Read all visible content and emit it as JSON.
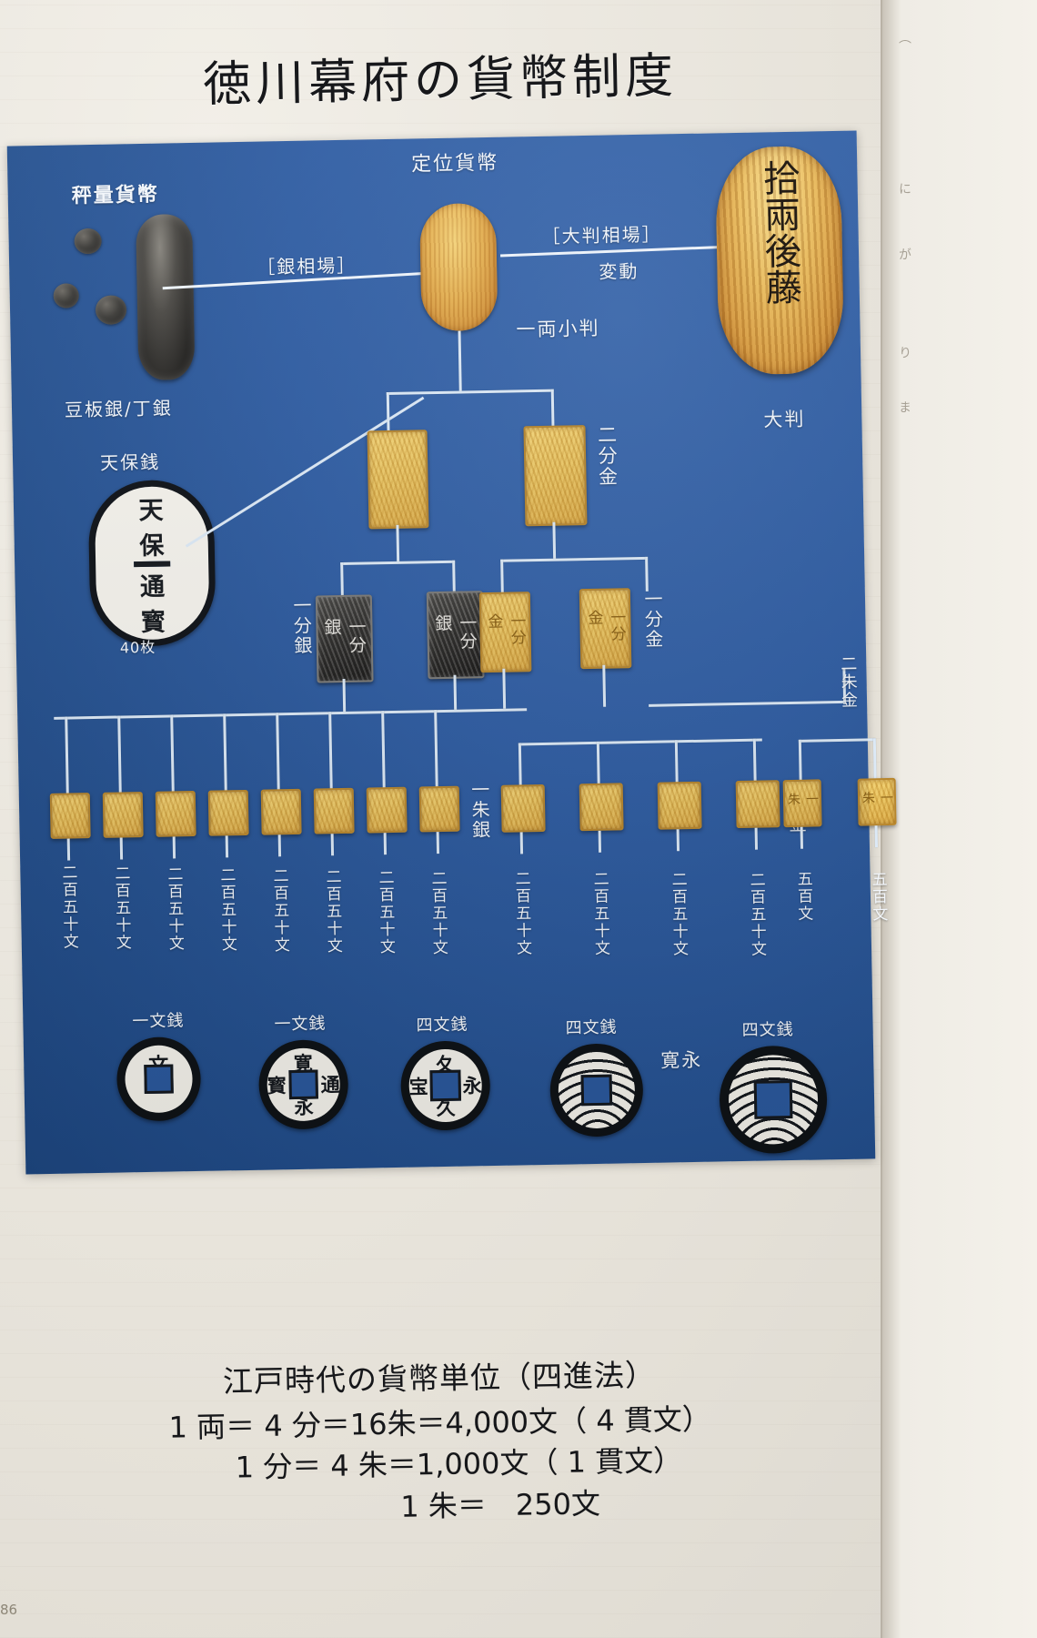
{
  "page": {
    "title": "徳川幕府の貨幣制度",
    "page_number": "86"
  },
  "gutter": {
    "ghost_lines": [
      "（",
      "に",
      "が",
      "り",
      "ま"
    ]
  },
  "diagram": {
    "headers": {
      "weighed_currency": "秤量貨幣",
      "fixed_value_currency": "定位貨幣",
      "silver_rate": "［銀相場］",
      "oban_rate": "［大判相場］",
      "oban_rate_sub": "変動"
    },
    "labels": {
      "mameitagin_chogin": "豆板銀/丁銀",
      "tenposen": "天保銭",
      "tenposen_count": "40枚",
      "oban": "大判",
      "ichiryo_koban": "一両小判",
      "nibukin": "二分金",
      "ichibugin": "一分銀",
      "ichibukin": "一分金",
      "nishukin": "二朱金",
      "ichishugin": "一朱銀",
      "ichishukin": "一朱金",
      "kanei": "寛永"
    },
    "coin_inscriptions": {
      "tenpo": [
        "天",
        "保",
        "通",
        "寳"
      ],
      "ichibugin": "一分銀",
      "ichibukin": "一分金",
      "ichishukin": "一朱",
      "oban_ink": "拾兩後藤",
      "kanei_tsuho": [
        "寛",
        "寳",
        "通",
        "永"
      ],
      "bunsen": "文",
      "kanei_bun": [
        "夂",
        "宝",
        "永",
        "久"
      ]
    },
    "mon_values": {
      "nihyaku_gojumon": "二百五十文",
      "gohyakumon": "五百文"
    },
    "mon_values_row": [
      "二百五十文",
      "二百五十文",
      "二百五十文",
      "二百五十文",
      "二百五十文",
      "二百五十文",
      "二百五十文",
      "二百五十文",
      "二百五十文",
      "二百五十文",
      "二百五十文",
      "二百五十文",
      "五百文",
      "五百文"
    ],
    "copper_coin_captions": [
      "一文銭",
      "一文銭",
      "四文銭",
      "四文銭",
      "四文銭"
    ]
  },
  "formula": {
    "heading": "江戸時代の貨幣単位（四進法）",
    "line1": "1 両＝ 4 分＝16朱＝4,000文（ 4 貫文）",
    "line2": "1 分＝ 4 朱＝1,000文（ 1 貫文）",
    "line3": "1 朱＝　250文"
  },
  "colors": {
    "panel_blue": "#2f5da3",
    "line": "#dce9f6",
    "gold": "#e3bb57",
    "silver": "#3b3a38",
    "paper": "#e8e5de"
  }
}
